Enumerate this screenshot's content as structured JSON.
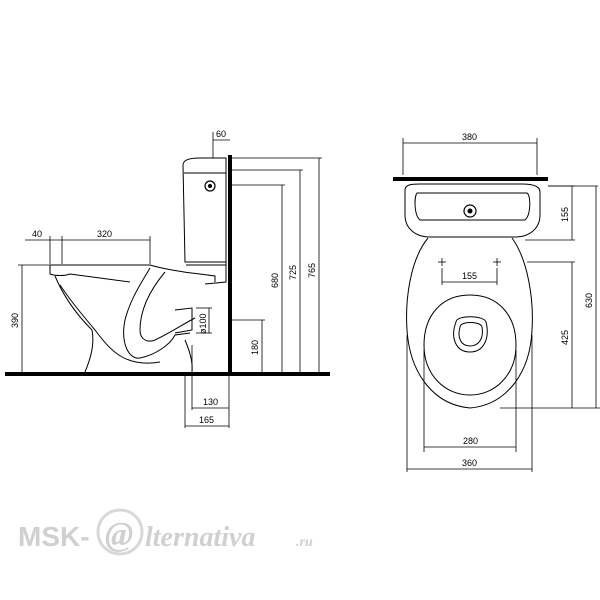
{
  "side_view": {
    "dimensions": {
      "tank_thickness": "60",
      "rim_offset": "40",
      "bowl_length": "320",
      "bowl_height": "390",
      "outlet_diameter": "ø100",
      "outlet_height": "180",
      "outlet_depth": "130",
      "base_depth": "165",
      "tank_fixing_height": "680",
      "tank_lid_height": "725",
      "total_height": "765"
    }
  },
  "top_view": {
    "dimensions": {
      "tank_width": "380",
      "tank_depth": "155",
      "fixing_holes_distance": "155",
      "bowl_length": "425",
      "total_length": "630",
      "bowl_inner_width": "280",
      "bowl_width": "360"
    }
  },
  "watermark": {
    "brand_left": "MSK-",
    "at_symbol": "@",
    "brand_right": "lternativa",
    "domain": ".ru"
  }
}
